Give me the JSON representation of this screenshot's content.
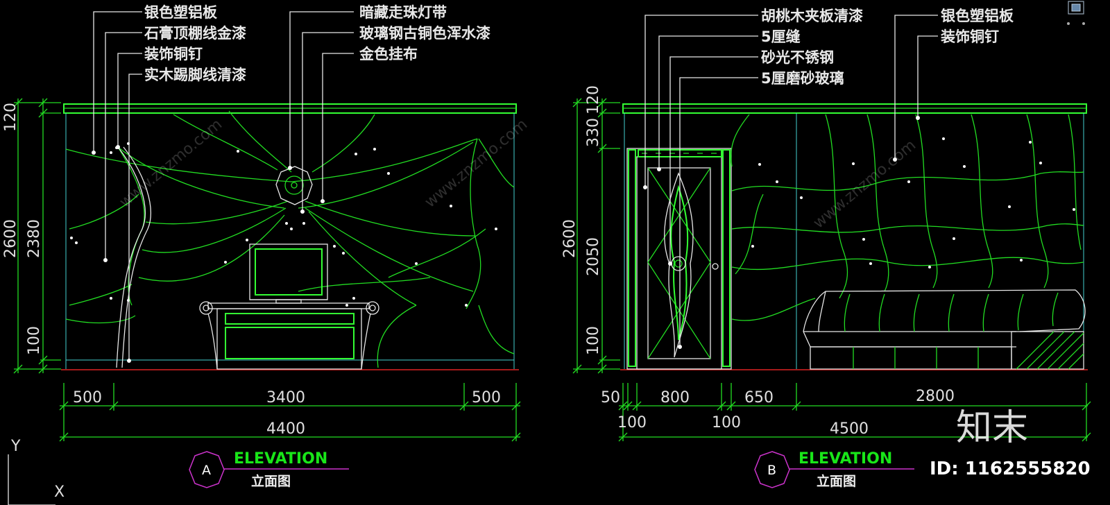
{
  "elevation_a": {
    "callouts": [
      "银色塑铝板",
      "石膏顶棚线金漆",
      "装饰铜钉",
      "实木踢脚线清漆",
      "暗藏走珠灯带",
      "玻璃钢古铜色浑水漆",
      "金色挂布"
    ],
    "dims_vertical_outer": [
      "120",
      "2600",
      "100"
    ],
    "dims_vertical_inner": [
      "2380"
    ],
    "dims_horizontal": [
      "500",
      "3400",
      "500"
    ],
    "dim_total": "4400",
    "marker": "A",
    "title": "ELEVATION",
    "subtitle": "立面图"
  },
  "elevation_b": {
    "callouts_left": [
      "胡桃木夹板清漆",
      "5厘缝",
      "砂光不锈钢",
      "5厘磨砂玻璃"
    ],
    "callouts_right": [
      "银色塑铝板",
      "装饰铜钉"
    ],
    "dims_vertical_outer": [
      "330",
      "120",
      "2600",
      "100"
    ],
    "dims_vertical_inner": [
      "2050"
    ],
    "dims_horizontal_top": [
      "50",
      "800",
      "650",
      "2800"
    ],
    "dims_horizontal_bottom": [
      "100",
      "100"
    ],
    "dim_total": "4500",
    "marker": "B",
    "title": "ELEVATION",
    "subtitle": "立面图"
  },
  "ucs": {
    "y": "Y",
    "x": "X"
  },
  "watermark": {
    "brand": "知末",
    "id": "ID: 1162555820",
    "site": "www.znzmo.com"
  }
}
